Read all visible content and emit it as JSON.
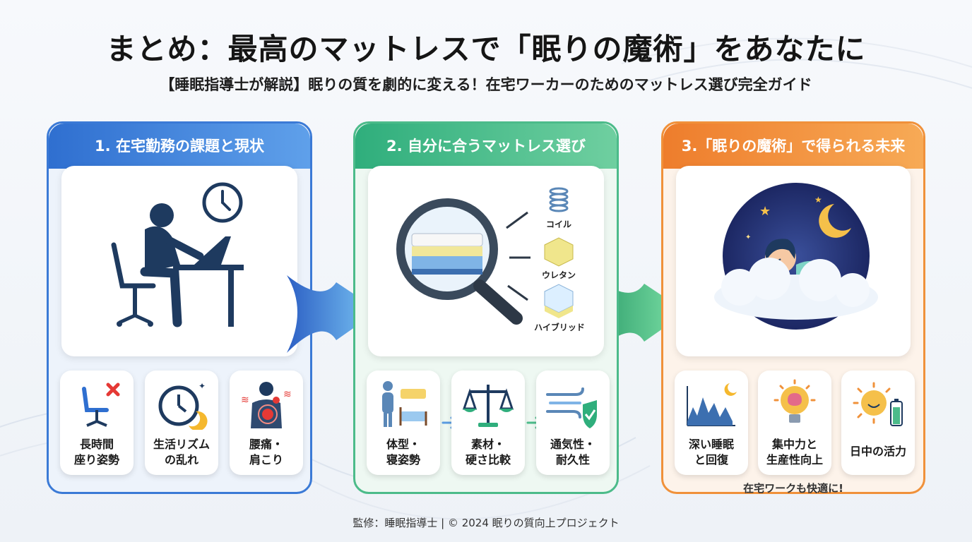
{
  "title": "まとめ：最高のマットレスで「眠りの魔術」をあなたに",
  "subtitle": "【睡眠指導士が解説】眠りの質を劇的に変える！在宅ワーカーのためのマットレス選び完全ガイド",
  "colors": {
    "blue": "#3b7ad6",
    "green": "#4cbb8a",
    "orange": "#f0913a",
    "navy": "#1e3a5f"
  },
  "panels": [
    {
      "heading": "1. 在宅勤務の課題と現状",
      "hero_icon": "person-at-desk-with-clock-icon",
      "cards": [
        {
          "label": "長時間\n座り姿勢",
          "icon": "chair-cross-icon"
        },
        {
          "label": "生活リズム\nの乱れ",
          "icon": "clock-moon-icon"
        },
        {
          "label": "腰痛・\n肩こり",
          "icon": "back-pain-icon"
        }
      ]
    },
    {
      "heading": "2. 自分に合うマットレス選び",
      "hero_icon": "magnifier-mattress-icon",
      "types": [
        "コイル",
        "ウレタン",
        "ハイブリッド"
      ],
      "cards": [
        {
          "label": "体型・\n寝姿勢",
          "icon": "body-bed-icon"
        },
        {
          "label": "素材・\n硬さ比較",
          "icon": "scale-icon"
        },
        {
          "label": "通気性・\n耐久性",
          "icon": "wind-shield-icon"
        }
      ]
    },
    {
      "heading": "3.「眠りの魔術」で得られる未来",
      "hero_icon": "sleeping-on-cloud-icon",
      "cards": [
        {
          "label": "深い睡眠\nと回復",
          "icon": "sleep-chart-icon"
        },
        {
          "label": "集中力と\n生産性向上",
          "icon": "lightbulb-brain-icon"
        },
        {
          "label": "日中の活力",
          "icon": "sun-battery-icon"
        }
      ],
      "note": "在宅ワークも快適に!"
    }
  ],
  "footer": "監修：睡眠指導士 | © 2024 眠りの質向上プロジェクト"
}
